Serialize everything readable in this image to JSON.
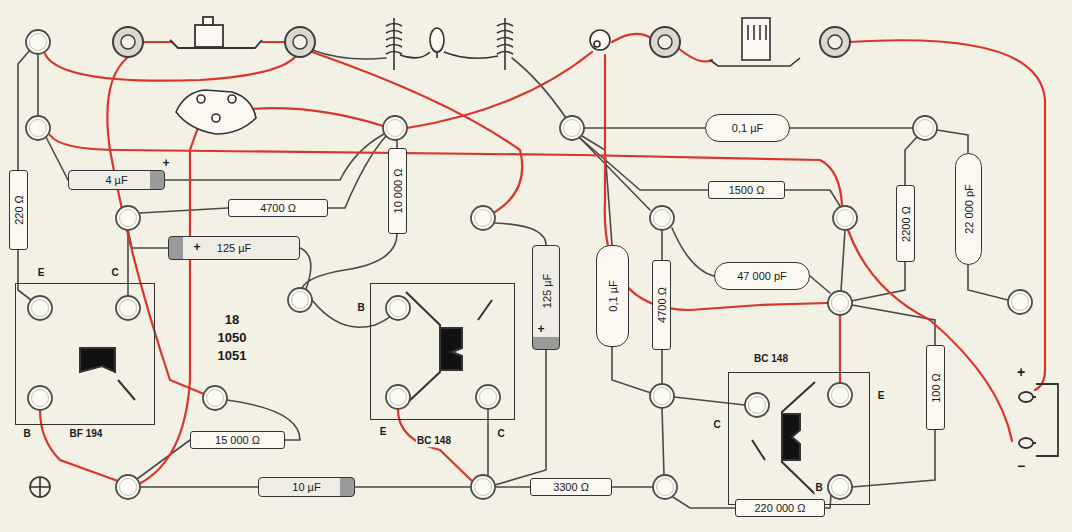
{
  "diagram": {
    "nodes": [
      {
        "text": [
          "220 Ω"
        ]
      },
      {
        "text": [
          "4 µF",
          "+"
        ]
      },
      {
        "text": [
          "4700 Ω"
        ]
      },
      {
        "text": [
          "10 000 Ω"
        ]
      },
      {
        "text": [
          "125 µF",
          "+"
        ]
      },
      {
        "text": [
          "E",
          "C",
          "B",
          "BF 194"
        ]
      },
      {
        "text": [
          "B",
          "E",
          "C",
          "BC 148"
        ]
      },
      {
        "text": [
          "125 µF",
          "+"
        ]
      },
      {
        "text": [
          "0,1 µF"
        ]
      },
      {
        "text": [
          "4700 Ω"
        ]
      },
      {
        "text": [
          "0,1 µF"
        ]
      },
      {
        "text": [
          "1500 Ω"
        ]
      },
      {
        "text": [
          "47 000 pF"
        ]
      },
      {
        "text": [
          "2200 Ω"
        ]
      },
      {
        "text": [
          "22 000 pF"
        ]
      },
      {
        "text": [
          "BC 148",
          "C",
          "E",
          "B"
        ]
      },
      {
        "text": [
          "100 Ω"
        ]
      },
      {
        "text": [
          "15 000 Ω"
        ]
      },
      {
        "text": [
          "10 µF"
        ]
      },
      {
        "text": [
          "3300 Ω"
        ]
      },
      {
        "text": [
          "220 000 Ω"
        ]
      }
    ],
    "labels": [
      "18",
      "1050",
      "1051",
      "+",
      "−"
    ]
  }
}
